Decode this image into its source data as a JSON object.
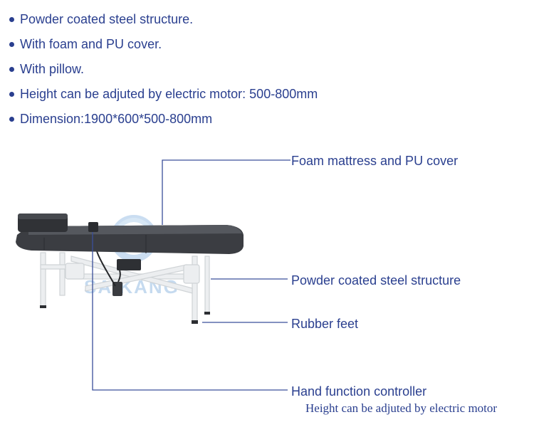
{
  "features": [
    "Powder coated steel structure.",
    "With foam and PU cover.",
    "With pillow.",
    "Height can be adjuted by electric motor: 500-800mm",
    "Dimension:1900*600*500-800mm"
  ],
  "callouts": {
    "mattress": "Foam mattress and PU cover",
    "structure": "Powder coated steel structure",
    "feet": "Rubber feet",
    "controller": "Hand function controller"
  },
  "caption": "Height can be adjuted by electric motor",
  "watermark": "SAIKANG",
  "colors": {
    "text": "#2a3f8f",
    "leader_line": "#3a4f9a",
    "mattress": "#3b3d42",
    "frame": "#e6e8ea",
    "watermark": "#9fc3e6"
  }
}
